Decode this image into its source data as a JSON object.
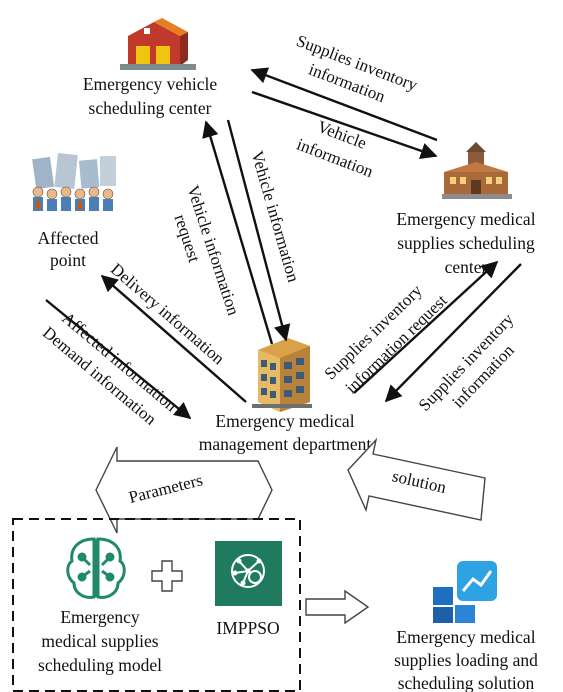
{
  "nodes": {
    "vehicle_center": {
      "line1": "Emergency vehicle",
      "line2": "scheduling center"
    },
    "supplies_center": {
      "line1": "Emergency medical",
      "line2": "supplies scheduling",
      "line3": "center"
    },
    "affected_point": {
      "line1": "Affected",
      "line2": "point"
    },
    "management": {
      "line1": "Emergency medical",
      "line2": "management department"
    },
    "model": {
      "line1": "Emergency",
      "line2": "medical supplies",
      "line3": "scheduling model"
    },
    "algorithm": {
      "label": "IMPPSO"
    },
    "solution_output": {
      "line1": "Emergency medical",
      "line2": "supplies loading and",
      "line3": "scheduling solution"
    }
  },
  "edges": {
    "supplies_inventory_info_top": {
      "line1": "Supplies inventory",
      "line2": "information"
    },
    "vehicle_information_right": {
      "line1": "Vehicle",
      "line2": "information"
    },
    "vehicle_information_request": {
      "line1": "Vehicle information",
      "line2": "request"
    },
    "vehicle_information_mid": {
      "line1": "Vehicle information"
    },
    "delivery_information": {
      "line1": "Delivery information"
    },
    "affected_information": {
      "line1": "Affected information",
      "line2": "Demand information"
    },
    "supplies_inventory_request": {
      "line1": "Supplies inventory",
      "line2": "information request"
    },
    "supplies_inventory_info_bottom": {
      "line1": "Supplies inventory",
      "line2": "information"
    },
    "parameters": {
      "label": "Parameters"
    },
    "solution": {
      "label": "solution"
    },
    "plus": {
      "symbol": "+"
    }
  },
  "colors": {
    "arrow": "#111111",
    "algorithm_box": "#1f7a5e",
    "brain_icon": "#1f8a6a",
    "chart_icon": "#2d7fd0"
  },
  "icons": [
    "fire-station-icon",
    "hospital-building-icon",
    "crowd-disaster-icon",
    "office-building-icon",
    "ai-brain-icon",
    "neural-gear-icon",
    "bar-chart-trend-icon"
  ]
}
